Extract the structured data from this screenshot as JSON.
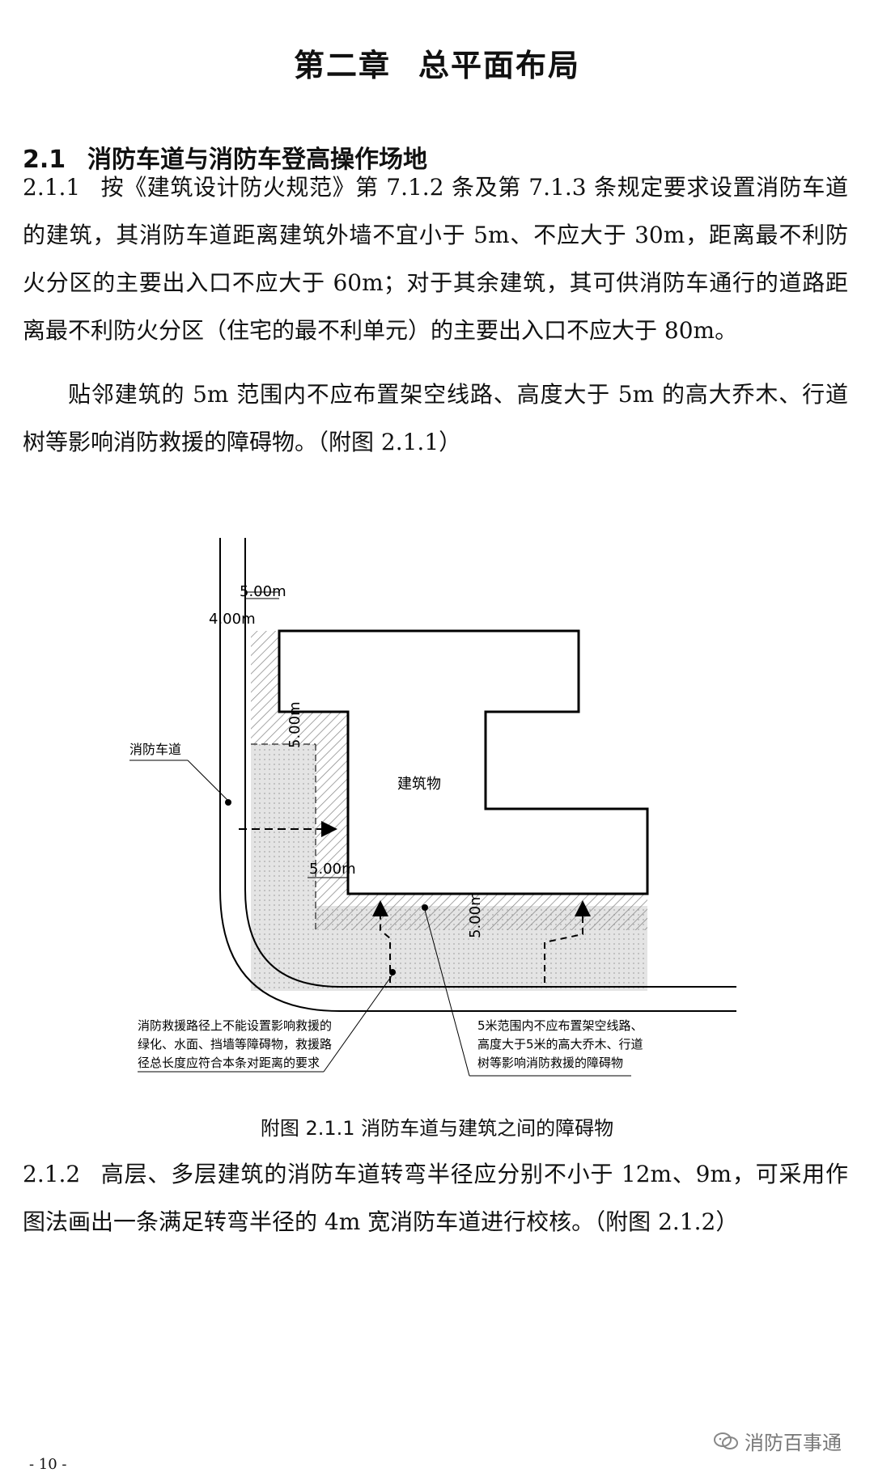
{
  "chapter": {
    "number": "第二章",
    "title": "总平面布局"
  },
  "section": {
    "number": "2.1",
    "title": "消防车道与消防车登高操作场地"
  },
  "clause_1": {
    "number": "2.1.1",
    "text": "按《建筑设计防火规范》第 7.1.2 条及第 7.1.3 条规定要求设置消防车道的建筑，其消防车道距离建筑外墙不宜小于 5m、不应大于 30m，距离最不利防火分区的主要出入口不应大于 60m；对于其余建筑，其可供消防车通行的道路距离最不利防火分区（住宅的最不利单元）的主要出入口不应大于 80m。",
    "para2": "贴邻建筑的 5m 范围内不应布置架空线路、高度大于 5m 的高大乔木、行道树等影响消防救援的障碍物。（附图 2.1.1）"
  },
  "figure": {
    "dim_top": "5.00m",
    "dim_road": "4.00m",
    "dim_left_vertical": "5.00m",
    "dim_left_horizontal": "5.00m",
    "dim_bottom_vertical": "5.00m",
    "building_label": "建筑物",
    "road_label": "消防车道",
    "note_left": [
      "消防救援路径上不能设置影响救援的",
      "绿化、水面、挡墙等障碍物，救援路",
      "径总长度应符合本条对距离的要求"
    ],
    "note_right": [
      "5米范围内不应布置架空线路、",
      "高度大于5米的高大乔木、行道",
      "树等影响消防救援的障碍物"
    ],
    "caption": "附图 2.1.1  消防车道与建筑之间的障碍物"
  },
  "clause_2": {
    "number": "2.1.2",
    "text": "高层、多层建筑的消防车道转弯半径应分别不小于 12m、9m，可采用作图法画出一条满足转弯半径的 4m 宽消防车道进行校核。（附图 2.1.2）"
  },
  "footer": {
    "page": "- 10 -",
    "watermark": "消防百事通",
    "watermark_icon": "wechat-icon"
  }
}
